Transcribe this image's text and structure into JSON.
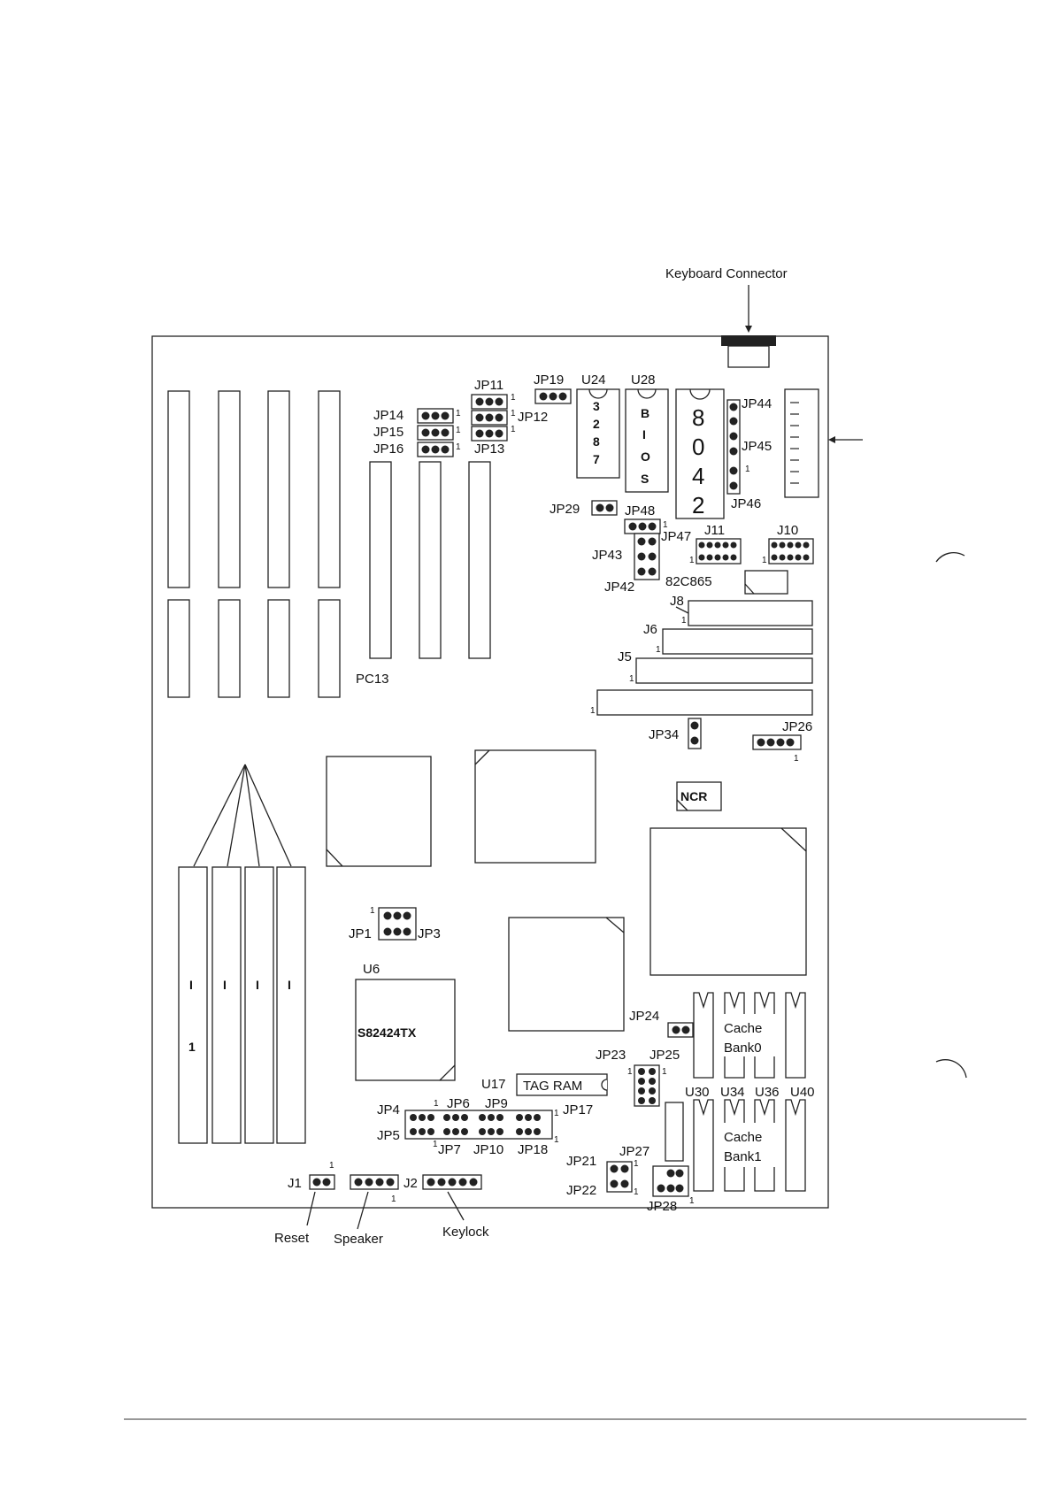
{
  "header": {
    "title": ""
  },
  "footer": {
    "page_number": ""
  },
  "callouts": {
    "keyboard_connector": "Keyboard Connector",
    "reset": "Reset",
    "speaker": "Speaker",
    "keylock": "Keylock"
  },
  "chips": {
    "u24": "U24",
    "u28": "U28",
    "copro_text": [
      "3",
      "2",
      "8",
      "7"
    ],
    "bios_text": [
      "B",
      "I",
      "O",
      "S"
    ],
    "kbc_text": [
      "8",
      "0",
      "4",
      "2"
    ],
    "u6": "U6",
    "s82424tx": "S82424TX",
    "u17": "U17",
    "tag_ram": "TAG RAM",
    "ncr": "NCR",
    "c82c865": "82C865",
    "cache_bank0": [
      "Cache",
      "Bank0"
    ],
    "cache_bank1": [
      "Cache",
      "Bank1"
    ],
    "cache_chips": [
      "U30",
      "U34",
      "U36",
      "U40"
    ]
  },
  "slots": {
    "pc13": "PC13",
    "simm_marks": [
      "I",
      "I",
      "I",
      "I"
    ],
    "simm_one": "1"
  },
  "jumpers": {
    "jp11": "JP11",
    "jp12": "JP12",
    "jp13": "JP13",
    "jp14": "JP14",
    "jp15": "JP15",
    "jp16": "JP16",
    "jp19": "JP19",
    "jp29": "JP29",
    "jp48": "JP48",
    "jp47": "JP47",
    "jp43": "JP43",
    "jp42": "JP42",
    "jp44": "JP44",
    "jp45": "JP45",
    "jp46": "JP46",
    "jp34": "JP34",
    "jp26": "JP26",
    "jp1": "JP1",
    "jp3": "JP3",
    "jp24": "JP24",
    "jp23": "JP23",
    "jp25": "JP25",
    "jp4": "JP4",
    "jp5": "JP5",
    "jp6": "JP6",
    "jp9": "JP9",
    "jp7": "JP7",
    "jp10": "JP10",
    "jp17": "JP17",
    "jp18": "JP18",
    "jp21": "JP21",
    "jp22": "JP22",
    "jp27": "JP27",
    "jp28": "JP28"
  },
  "connectors": {
    "j1": "J1",
    "j2": "J2",
    "j5": "J5",
    "j6": "J6",
    "j8": "J8",
    "j10": "J10",
    "j11": "J11"
  },
  "pin_one": "1"
}
